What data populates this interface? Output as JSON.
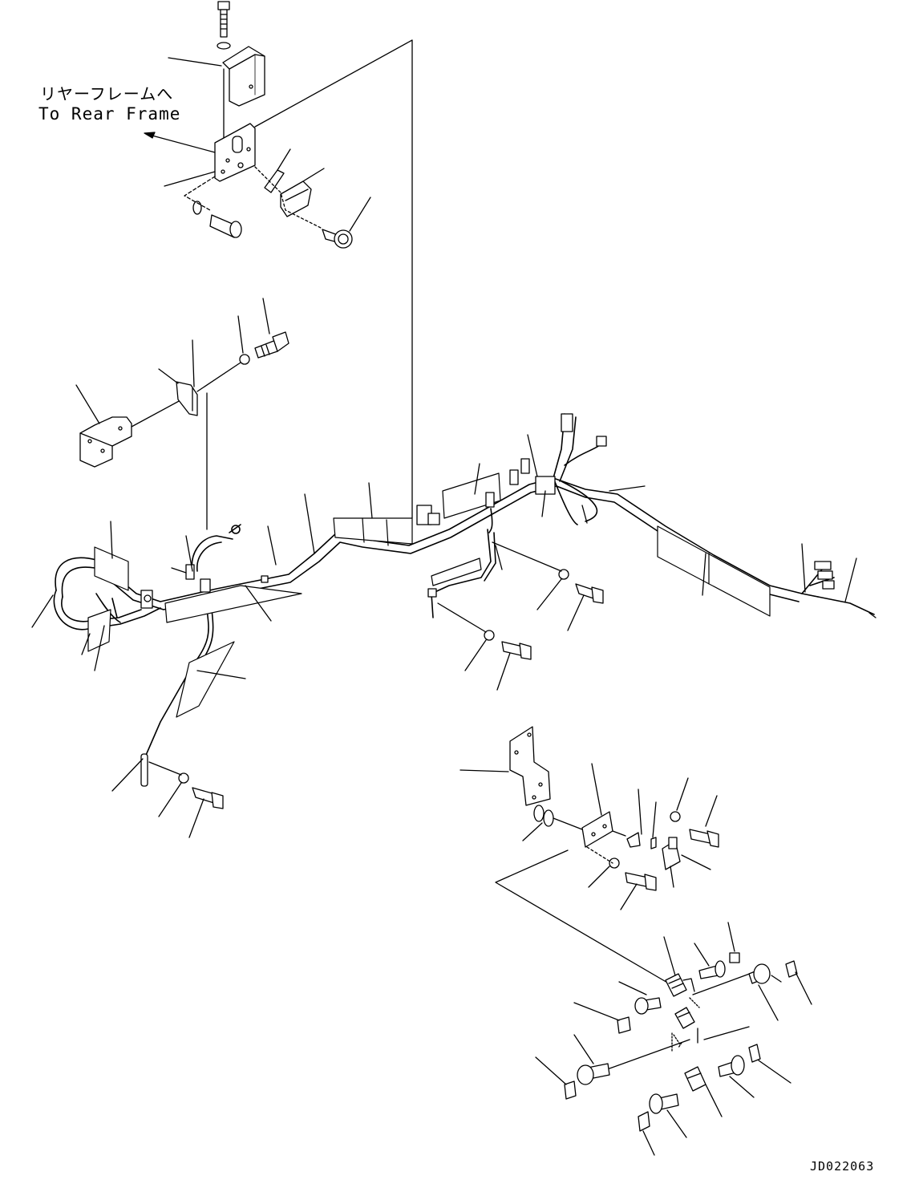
{
  "annotation": {
    "jp_text": "リヤーフレームへ",
    "en_text": "To Rear Frame"
  },
  "drawing_code": "JD022063",
  "colors": {
    "line": "#000000",
    "background": "#ffffff"
  }
}
